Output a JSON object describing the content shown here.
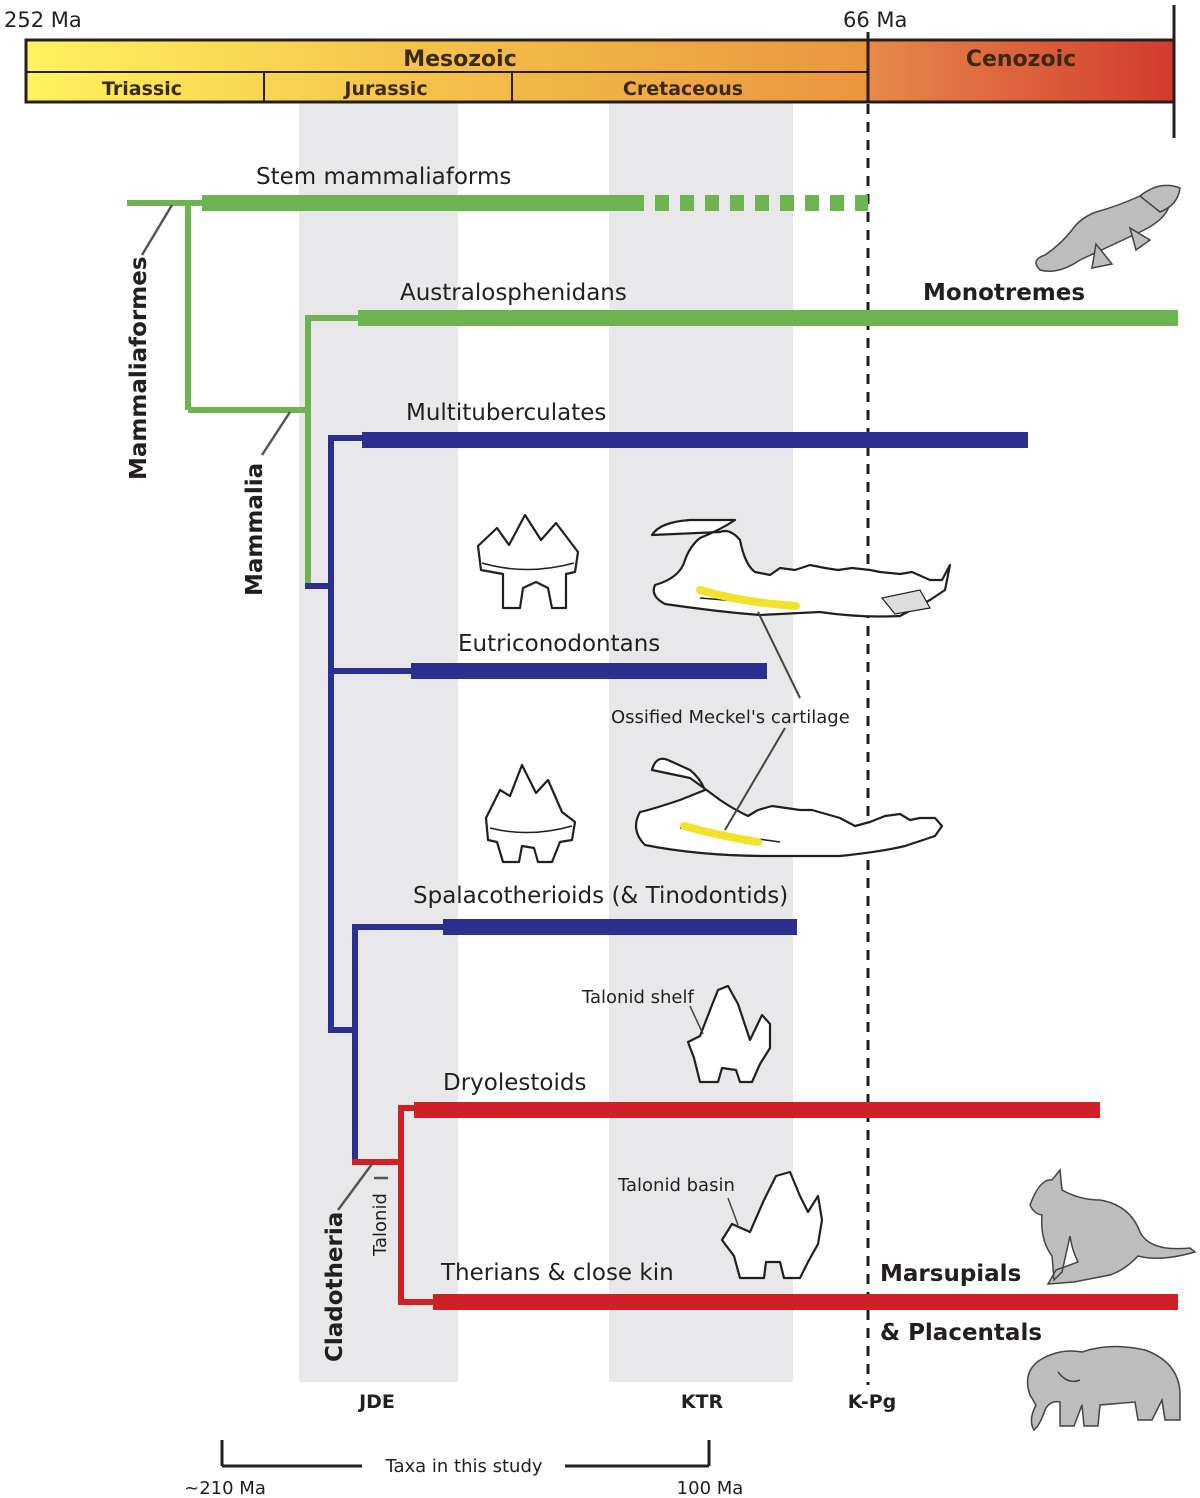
{
  "timescale": {
    "start_label": "252 Ma",
    "kpg_label": "66 Ma",
    "eras": [
      "Mesozoic",
      "Cenozoic"
    ],
    "periods": [
      "Triassic",
      "Jurassic",
      "Cretaceous"
    ]
  },
  "clades": {
    "stem": "Stem mammaliaforms",
    "australo": "Australosphenidans",
    "multi": "Multituberculates",
    "eutri": "Eutriconodontans",
    "spala": "Spalacotherioids (& Tinodontids)",
    "dryo": "Dryolestoids",
    "theria": "Therians & close kin"
  },
  "nodes": {
    "mammaliaformes": "Mammaliaformes",
    "mammalia": "Mammalia",
    "cladotheria": "Cladotheria",
    "talonid": "Talonid"
  },
  "groups": {
    "monotremes": "Monotremes",
    "marsupials": "Marsupials",
    "placentals": "& Placentals"
  },
  "annotations": {
    "meckel": "Ossified Meckel's cartilage",
    "shelf": "Talonid shelf",
    "basin": "Talonid basin"
  },
  "events": {
    "jde": "JDE",
    "ktr": "KTR",
    "kpg": "K-Pg"
  },
  "study_range": {
    "label": "Taxa in this study",
    "start": "~210 Ma",
    "end": "100 Ma"
  },
  "colors": {
    "stem_green": "#6db450",
    "blue": "#2b2f8f",
    "red": "#d02027",
    "yellow": "#ffef5a",
    "orange": "#e88a3d",
    "red_end": "#d33c30",
    "band_gray": "#e8e8ea",
    "meckel_yellow": "#f2e22c"
  }
}
